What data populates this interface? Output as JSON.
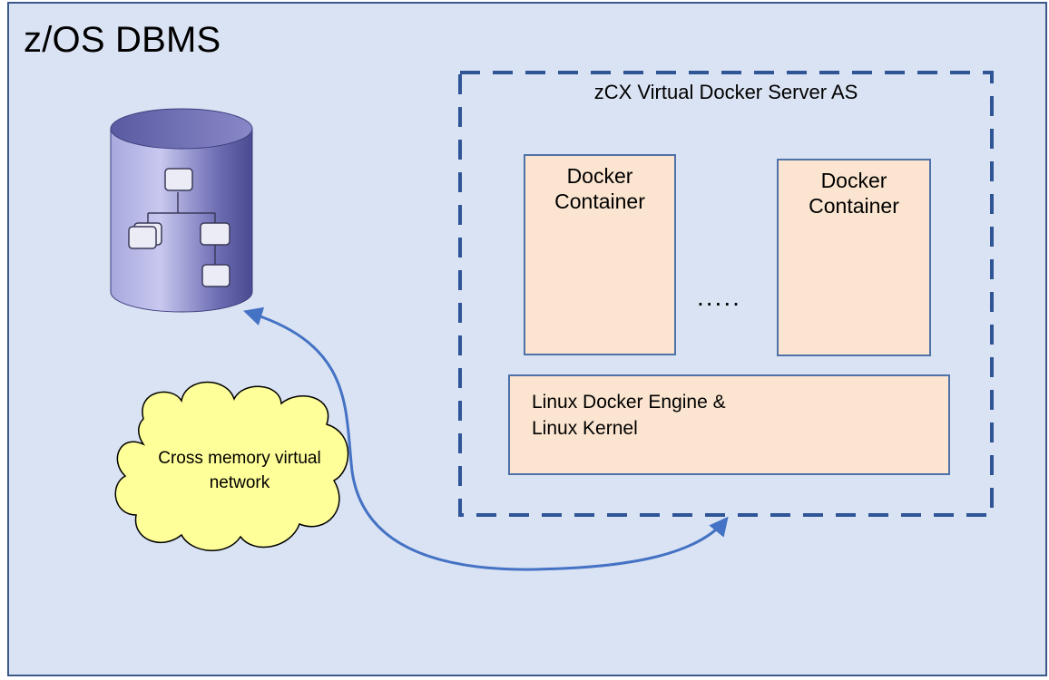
{
  "title": "z/OS DBMS",
  "server": {
    "label": "zCX Virtual Docker Server AS"
  },
  "containers": [
    {
      "line1": "Docker",
      "line2": "Container"
    },
    {
      "line1": "Docker",
      "line2": "Container"
    }
  ],
  "ellipsis": ".....",
  "engine": {
    "line1": "Linux Docker Engine &",
    "line2": "Linux Kernel"
  },
  "network": {
    "line1": "Cross memory virtual",
    "line2": "network"
  },
  "colors": {
    "background": "#dae3f3",
    "frame_border": "#3b5a8a",
    "dashed_border": "#2f5597",
    "box_fill": "#fbe5d0",
    "box_border": "#4f71a8",
    "cloud_fill": "#ffff99",
    "arrow": "#4472c4",
    "database": "#8c8ccc"
  },
  "icons": {
    "database": "database-icon",
    "cloud": "cloud-icon",
    "arrow": "double-arrow-icon"
  }
}
